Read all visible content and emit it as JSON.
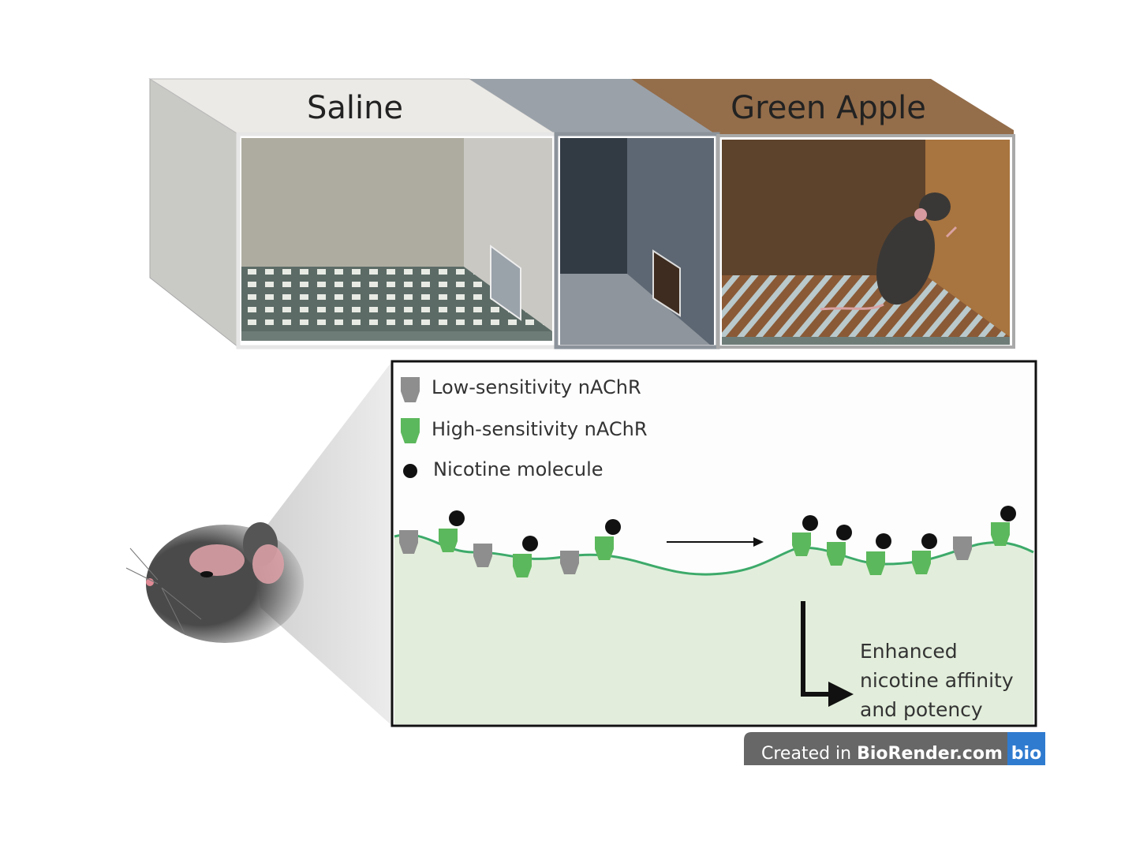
{
  "chambers": {
    "left_label": "Saline",
    "right_label": "Green Apple"
  },
  "legend": {
    "low": "Low-sensitivity nAChR",
    "high": "High-sensitivity nAChR",
    "nicotine": "Nicotine molecule"
  },
  "outcome": {
    "line1": "Enhanced",
    "line2": "nicotine affinity",
    "line3": "and potency"
  },
  "badge": {
    "prefix": "Created in ",
    "brand": "BioRender.com",
    "logo": "bio"
  },
  "colors": {
    "receptor_low": "#8e8e8e",
    "receptor_high": "#5cb85c",
    "membrane": "#3daa6a",
    "badge_blue": "#2f7bd0"
  }
}
